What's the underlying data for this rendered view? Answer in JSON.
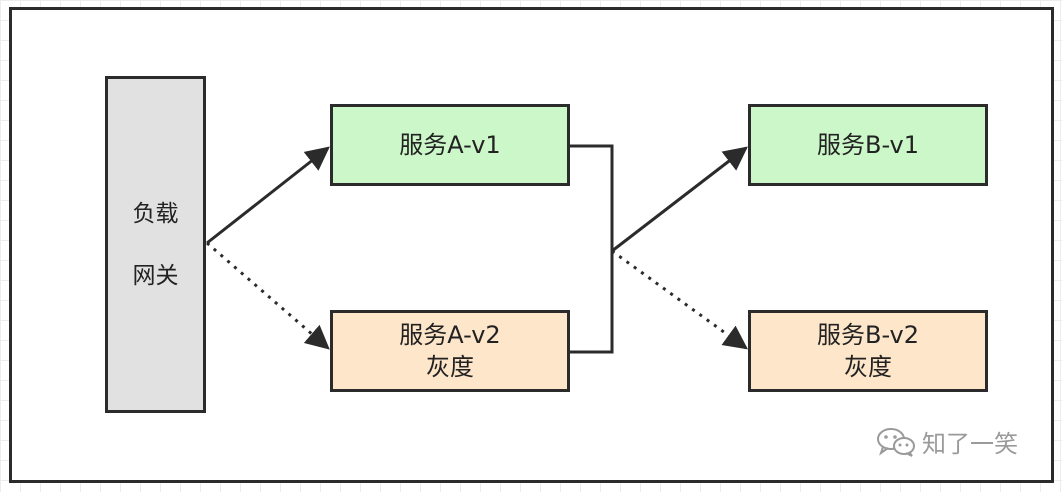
{
  "gateway": {
    "line1": "负载",
    "line2": "网关"
  },
  "service_a": {
    "v1_label": "服务A-v1",
    "v2_label": "服务A-v2",
    "v2_tag": "灰度"
  },
  "service_b": {
    "v1_label": "服务B-v1",
    "v2_label": "服务B-v2",
    "v2_tag": "灰度"
  },
  "watermark": {
    "text": "知了一笑",
    "icon": "wechat-icon"
  },
  "colors": {
    "v1_fill": "#ccf7c9",
    "v2_fill": "#fde6c9",
    "gateway_fill": "#e1e1e1",
    "stroke": "#2b2b2b"
  }
}
